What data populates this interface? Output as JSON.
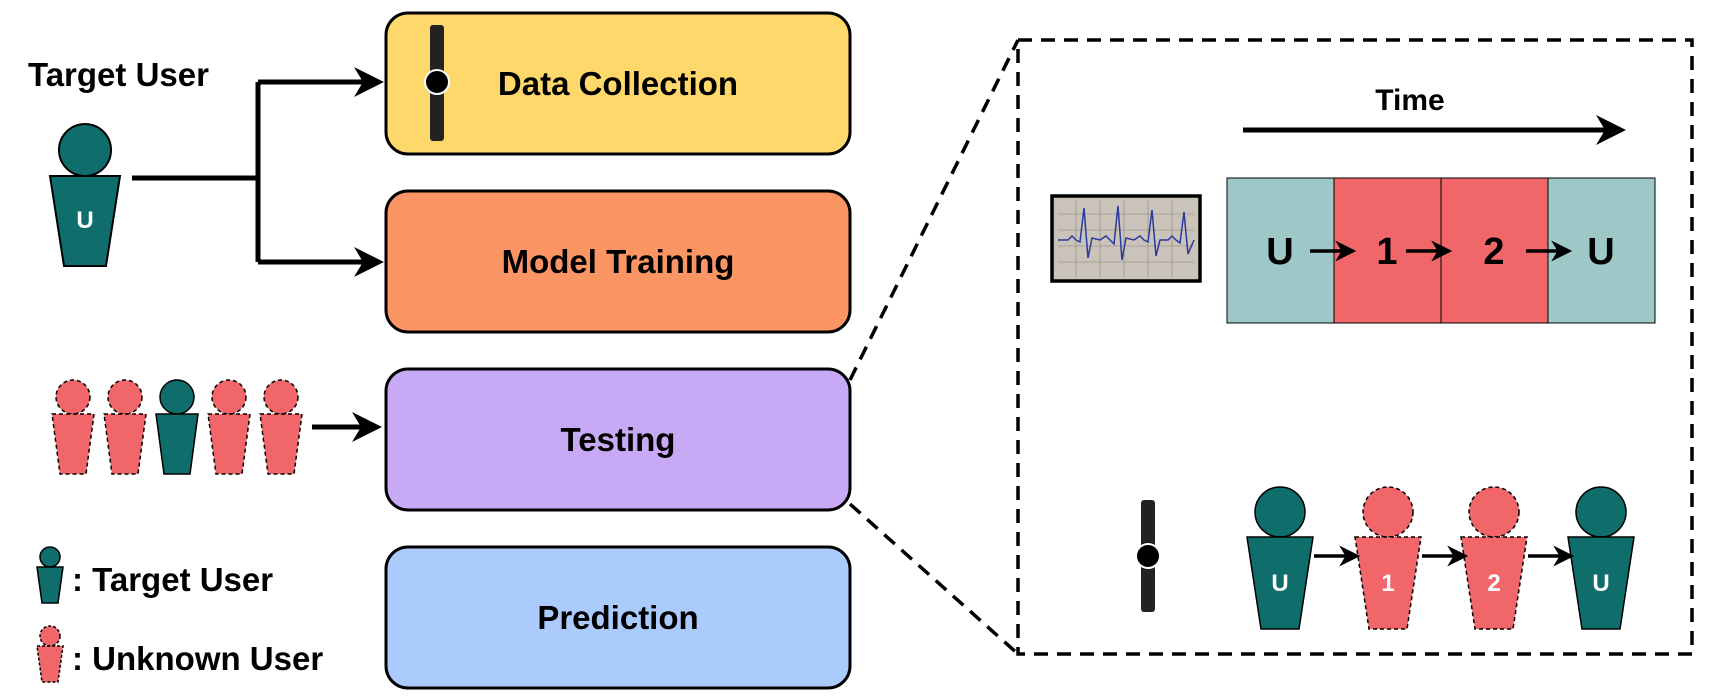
{
  "header": {
    "target_user_label": "Target User"
  },
  "stages": [
    {
      "label": "Data Collection",
      "color": "#FFD86B"
    },
    {
      "label": "Model Training",
      "color": "#FB9563"
    },
    {
      "label": "Testing",
      "color": "#C7A9F5"
    },
    {
      "label": "Prediction",
      "color": "#ABCBFD"
    }
  ],
  "main_user": {
    "letter": "U"
  },
  "legend": {
    "target": ": Target User",
    "unknown": ": Unknown User"
  },
  "detail": {
    "time_label": "Time",
    "segments": [
      "U",
      "1",
      "2",
      "U"
    ],
    "users": [
      "U",
      "1",
      "2",
      "U"
    ]
  },
  "colors": {
    "target": "#0F6E6C",
    "unknown": "#F06669",
    "seg_target": "#9EC8C7",
    "seg_unknown": "#F06669"
  },
  "icons": {
    "wearable": "wearable-sensor-icon",
    "ecg": "ecg-monitor-icon"
  }
}
